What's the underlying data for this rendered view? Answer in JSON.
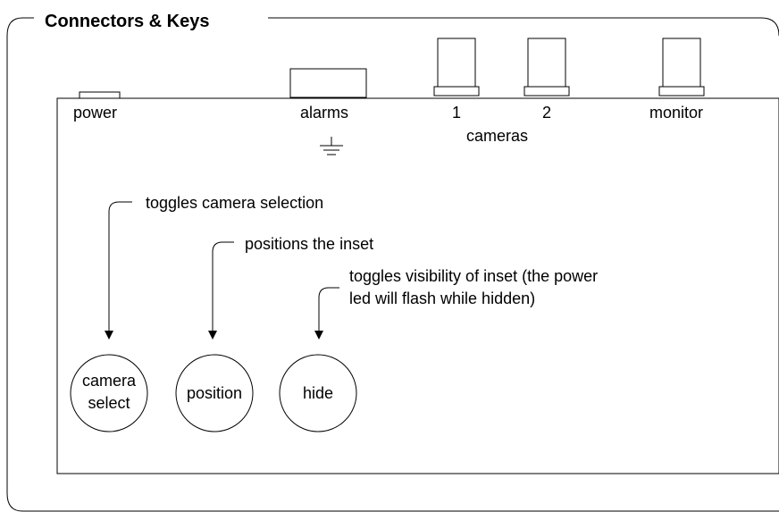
{
  "title": "Connectors & Keys",
  "connectors": {
    "power": "power",
    "alarms": "alarms",
    "camera_1": "1",
    "camera_2": "2",
    "cameras": "cameras",
    "monitor": "monitor"
  },
  "annotations": {
    "camera_select": "toggles camera selection",
    "position": "positions the inset",
    "hide_line1": "toggles visibility of inset (the power",
    "hide_line2": "led will flash while hidden)"
  },
  "buttons": {
    "camera_select_line1": "camera",
    "camera_select_line2": "select",
    "position": "position",
    "hide": "hide"
  },
  "icons": {
    "ground": "ground-symbol-icon"
  }
}
